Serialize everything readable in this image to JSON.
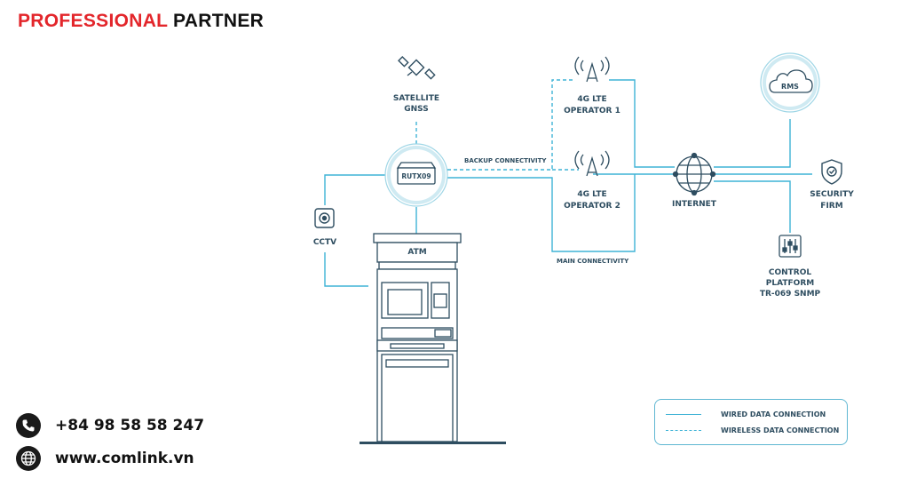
{
  "brand": {
    "part1": "PROFESSIONAL",
    "part2": "PARTNER"
  },
  "nodes": {
    "satellite": [
      "SATELLITE",
      "GNSS"
    ],
    "router": "RUTX09",
    "cctv": "CCTV",
    "atm": "ATM",
    "op1": [
      "4G LTE",
      "OPERATOR 1"
    ],
    "op2": [
      "4G LTE",
      "OPERATOR 2"
    ],
    "internet": "INTERNET",
    "rms": "RMS",
    "security": [
      "SECURITY",
      "FIRM"
    ],
    "control": [
      "CONTROL",
      "PLATFORM",
      "TR-069 SNMP"
    ]
  },
  "links": {
    "backup": "BACKUP CONNECTIVITY",
    "main": "MAIN CONNECTIVITY"
  },
  "legend": {
    "wired": "WIRED DATA CONNECTION",
    "wireless": "WIRELESS DATA CONNECTION"
  },
  "contact": {
    "phone": "+84 98 58 58 247",
    "web": "www.comlink.vn"
  },
  "colors": {
    "line": "#3fb3d6",
    "label": "#2e4d60",
    "brand_red": "#e3262b"
  }
}
